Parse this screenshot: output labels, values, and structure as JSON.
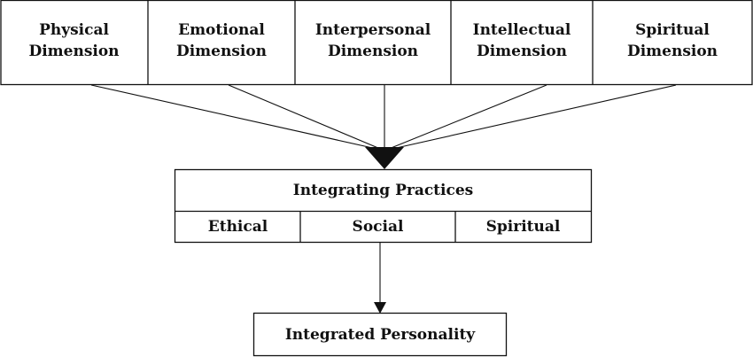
{
  "dimensions": [
    {
      "label": "Physical\nDimension"
    },
    {
      "label": "Emotional\nDimension"
    },
    {
      "label": "Interpersonal\nDimension"
    },
    {
      "label": "Intellectual\nDimension"
    },
    {
      "label": "Spiritual\nDimension"
    }
  ],
  "integrating": {
    "title": "Integrating Practices",
    "practices": [
      "Ethical",
      "Social",
      "Spiritual"
    ]
  },
  "result": {
    "label": "Integrated Personality"
  },
  "colors": {
    "line": "#111111",
    "background": "#ffffff"
  }
}
